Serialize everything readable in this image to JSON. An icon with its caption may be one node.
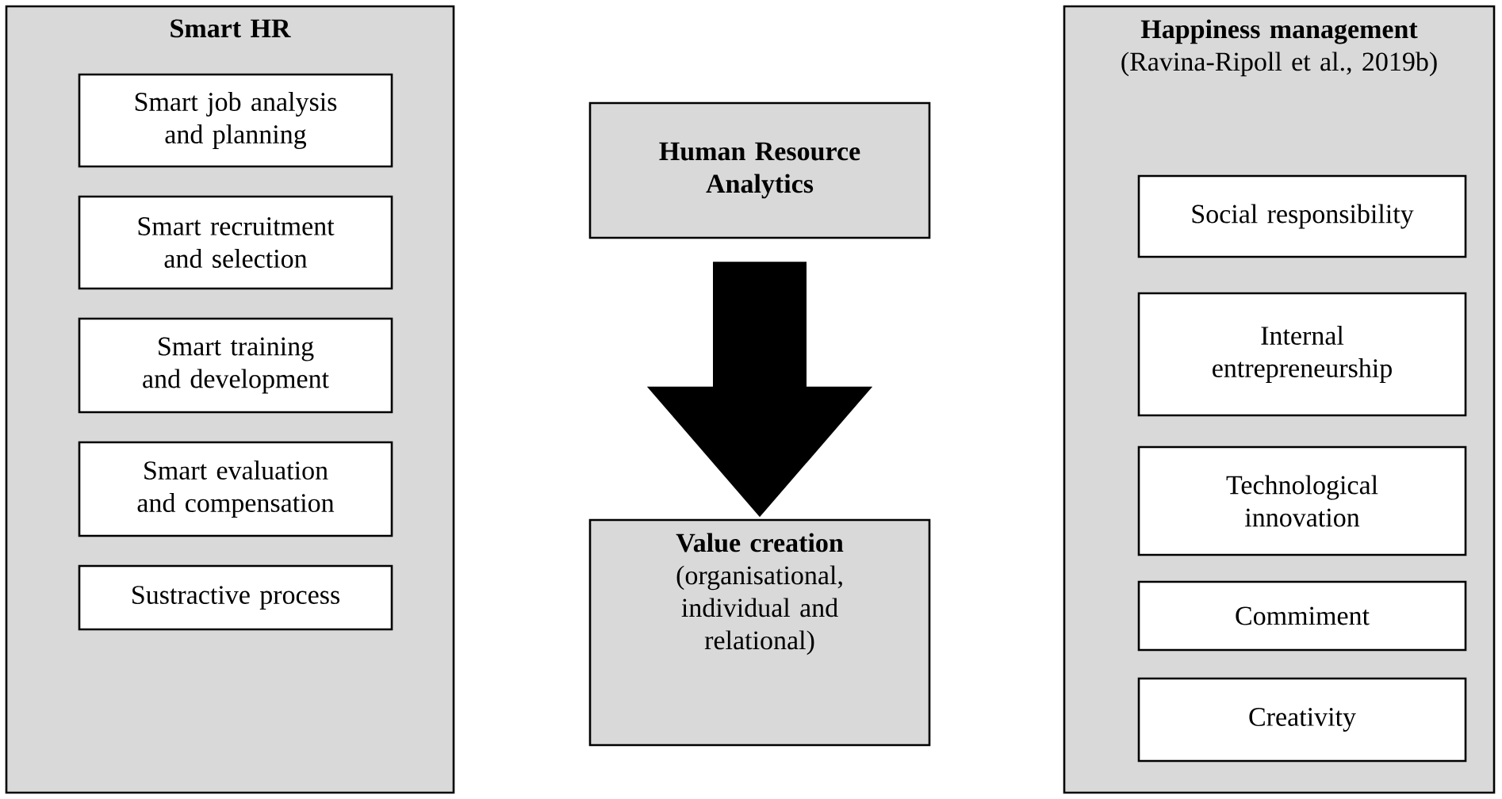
{
  "diagram": {
    "nodes": [
      {
        "text": [
          "Smart HR"
        ]
      },
      {
        "text": [
          "Smart job analysis and planning"
        ],
        "in": 0
      },
      {
        "text": [
          "Smart recruitment and selection"
        ],
        "in": 0
      },
      {
        "text": [
          "Smart training and development"
        ],
        "in": 0
      },
      {
        "text": [
          "Smart evaluation and compensation"
        ],
        "in": 0
      },
      {
        "text": [
          "Sustractive process"
        ],
        "in": 0
      },
      {
        "text": [
          "Human Resource Analytics"
        ]
      },
      {
        "text": [
          "Value creation",
          "(organisational, individual and relational)"
        ]
      },
      {
        "text": [
          "Happiness management",
          "(Ravina-Ripoll et al., 2019b)"
        ]
      },
      {
        "text": [
          "Social responsibility"
        ],
        "in": 8
      },
      {
        "text": [
          "Internal entrepreneurship"
        ],
        "in": 8
      },
      {
        "text": [
          "Technological innovation"
        ],
        "in": 8
      },
      {
        "text": [
          "Commiment"
        ],
        "in": 8
      },
      {
        "text": [
          "Creativity"
        ],
        "in": 8
      }
    ],
    "edges": [
      {
        "from": 6,
        "to": 7,
        "arrow": "to",
        "style": "thick"
      }
    ]
  }
}
